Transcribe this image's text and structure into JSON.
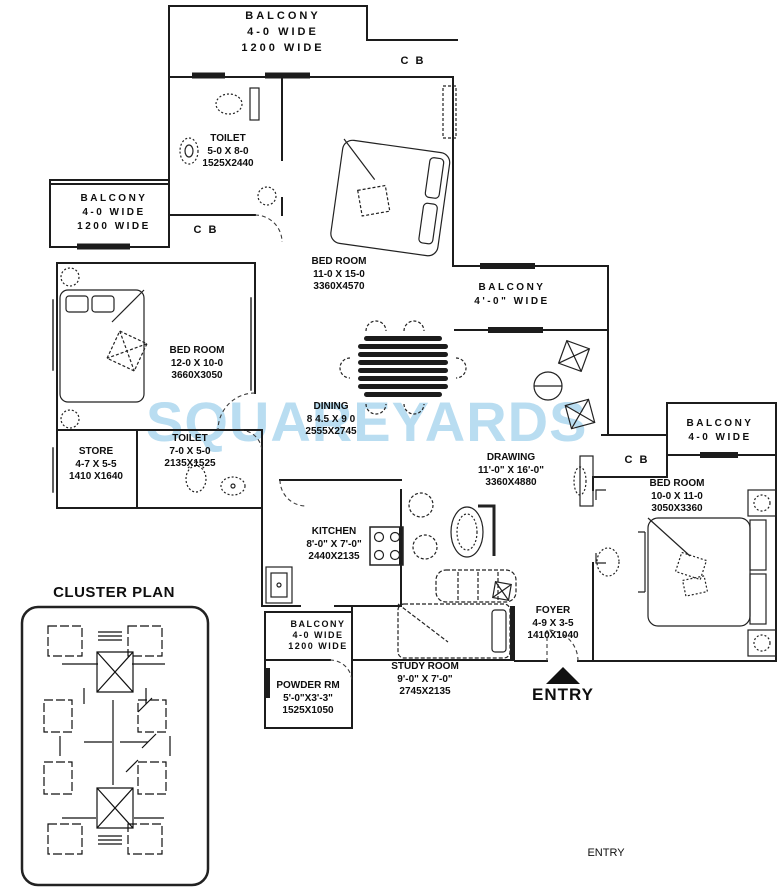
{
  "colors": {
    "line": "#1c1c1c",
    "watermark": "#b9ddf1",
    "paper": "#ffffff"
  },
  "watermark_text": "SQUAREYARDS",
  "cluster_plan_title": "CLUSTER PLAN",
  "entry_label": "ENTRY",
  "entry_corner_label": "ENTRY",
  "cb_label": "C B",
  "rooms": {
    "balcony_top": {
      "name": "BALCONY",
      "dim1": "4-0 WIDE",
      "dim2": "1200 WIDE"
    },
    "toilet_top": {
      "name": "TOILET",
      "dim1": "5-0 X 8-0",
      "dim2": "1525X2440"
    },
    "balcony_left": {
      "name": "BALCONY",
      "dim1": "4-0 WIDE",
      "dim2": "1200 WIDE"
    },
    "bedroom_center": {
      "name": "BED ROOM",
      "dim1": "11-0 X 15-0",
      "dim2": "3360X4570"
    },
    "balcony_mid": {
      "name": "BALCONY",
      "dim1": "4'-0\" WIDE"
    },
    "bedroom_left": {
      "name": "BED ROOM",
      "dim1": "12-0 X 10-0",
      "dim2": "3660X3050"
    },
    "dining": {
      "name": "DINING",
      "dim1": "8 4.5 X 9 0",
      "dim2": "2555X2745"
    },
    "store": {
      "name": "STORE",
      "dim1": "4-7 X 5-5",
      "dim2": "1410 X1640"
    },
    "toilet_mid": {
      "name": "TOILET",
      "dim1": "7-0 X 5-0",
      "dim2": "2135X1525"
    },
    "drawing": {
      "name": "DRAWING",
      "dim1": "11'-0\" X 16'-0\"",
      "dim2": "3360X4880"
    },
    "balcony_right": {
      "name": "BALCONY",
      "dim1": "4-0 WIDE"
    },
    "bedroom_right": {
      "name": "BED ROOM",
      "dim1": "10-0 X 11-0",
      "dim2": "3050X3360"
    },
    "kitchen": {
      "name": "KITCHEN",
      "dim1": "8'-0\" X 7'-0\"",
      "dim2": "2440X2135"
    },
    "foyer": {
      "name": "FOYER",
      "dim1": "4-9 X 3-5",
      "dim2": "1410X1040"
    },
    "balcony_bottom": {
      "name": "BALCONY",
      "dim1": "4-0 WIDE",
      "dim2": "1200 WIDE"
    },
    "study": {
      "name": "STUDY ROOM",
      "dim1": "9'-0\" X 7'-0\"",
      "dim2": "2745X2135"
    },
    "powder": {
      "name": "POWDER RM",
      "dim1": "5'-0\"X3'-3\"",
      "dim2": "1525X1050"
    }
  }
}
